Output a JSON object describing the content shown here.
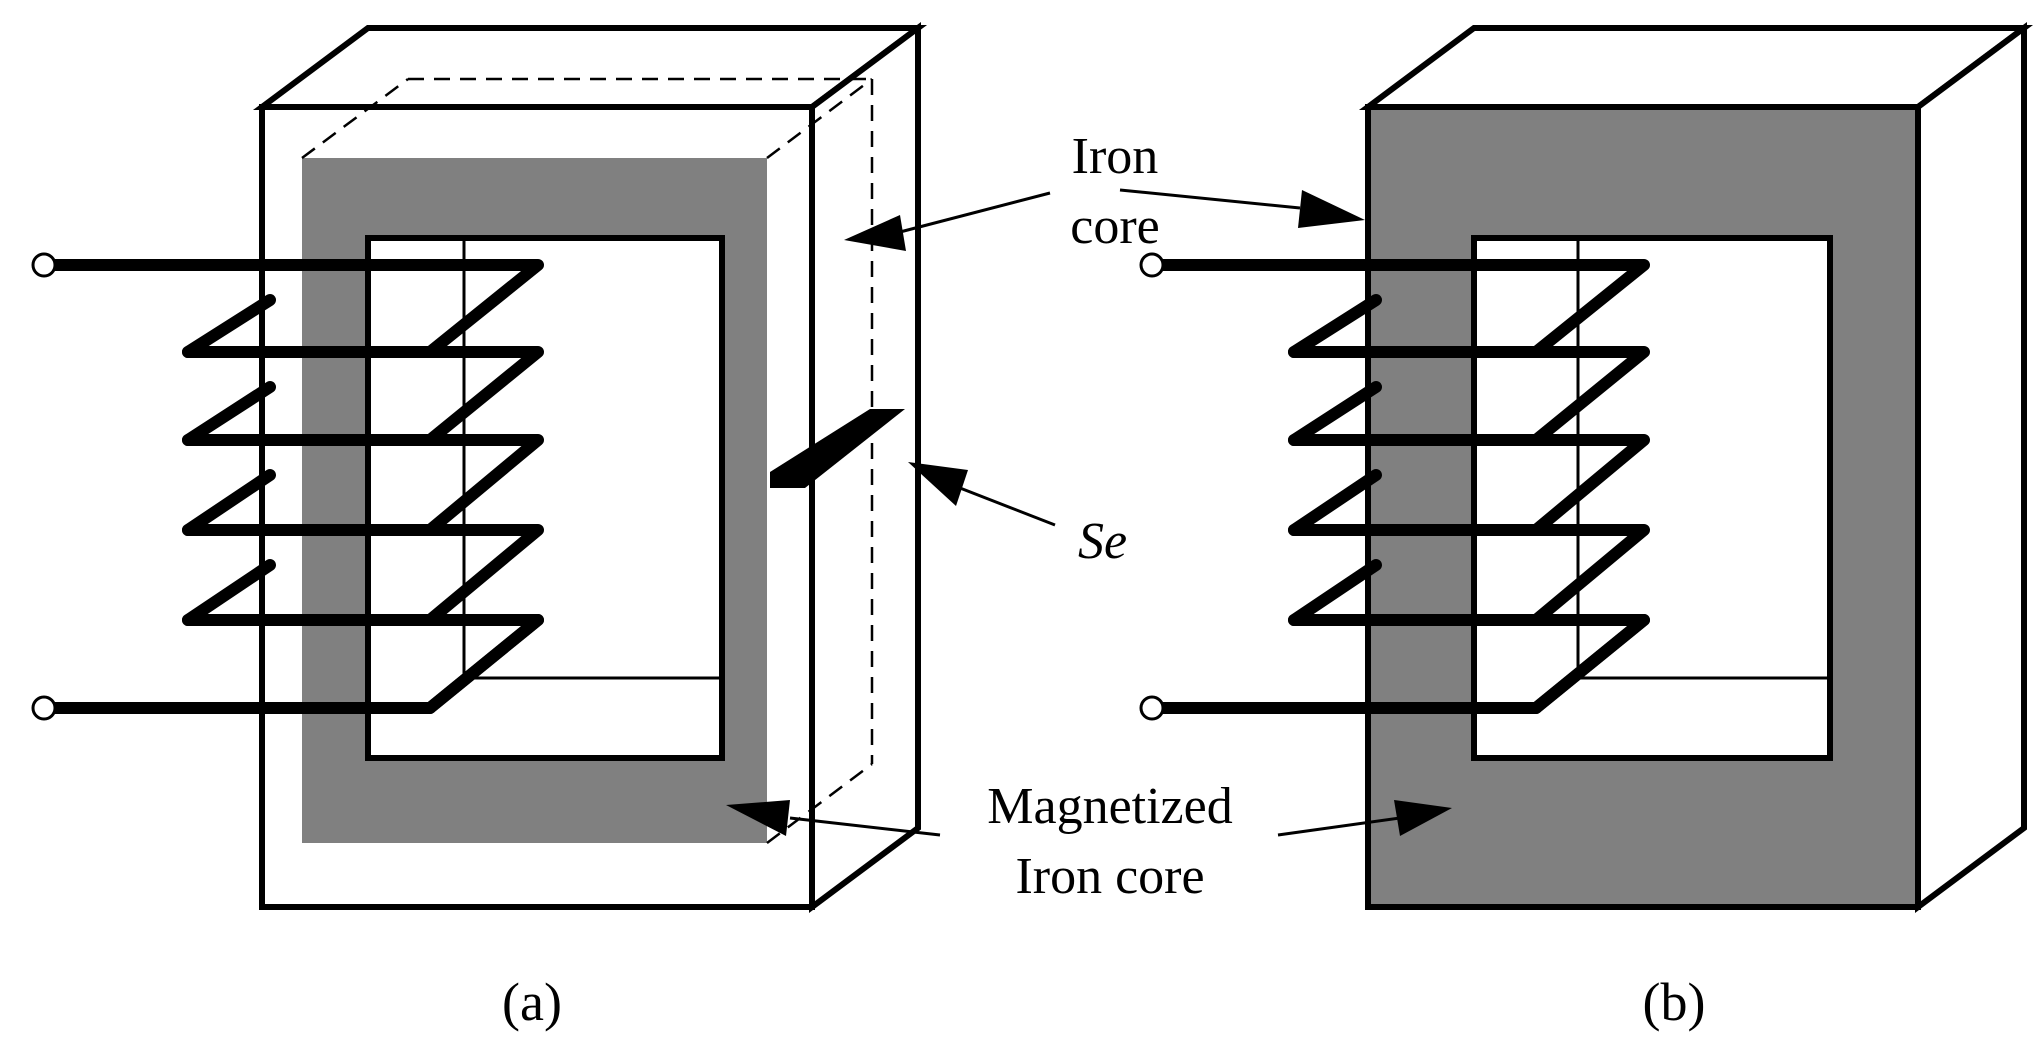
{
  "labels": {
    "iron_core_line1": "Iron",
    "iron_core_line2": "core",
    "se": "Se",
    "magnetized_line1": "Magnetized",
    "magnetized_line2": "Iron core"
  },
  "captions": {
    "a": "(a)",
    "b": "(b)"
  },
  "colors": {
    "core_fill_magnetized": "#808080",
    "background": "#ffffff",
    "stroke": "#000000"
  }
}
